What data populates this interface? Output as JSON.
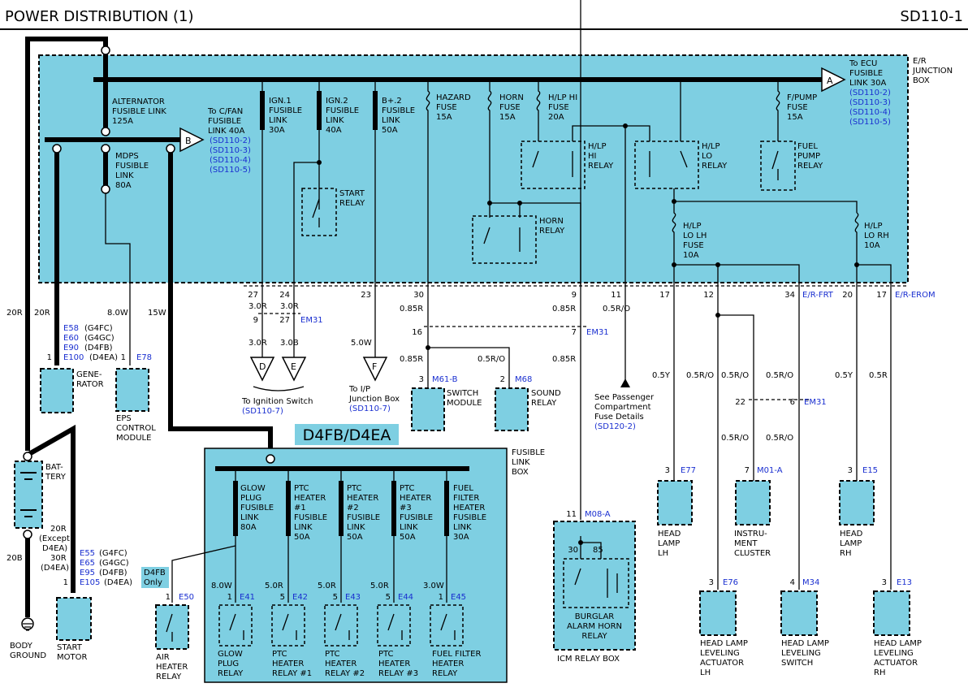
{
  "header": {
    "title": "POWER DISTRIBUTION (1)",
    "page_id": "SD110-1"
  },
  "er_box": {
    "label": [
      "E/R",
      "JUNCTION",
      "BOX"
    ]
  },
  "fusible_box": {
    "label": [
      "FUSIBLE",
      "LINK",
      "BOX"
    ],
    "variant": "D4FB/D4EA"
  },
  "fuses": {
    "alternator": [
      "ALTERNATOR",
      "FUSIBLE LINK",
      "125A"
    ],
    "mdps": [
      "MDPS",
      "FUSIBLE",
      "LINK",
      "80A"
    ],
    "ign1": [
      "IGN.1",
      "FUSIBLE",
      "LINK",
      "30A"
    ],
    "ign2": [
      "IGN.2",
      "FUSIBLE",
      "LINK",
      "40A"
    ],
    "bplus2": [
      "B+.2",
      "FUSIBLE",
      "LINK",
      "50A"
    ],
    "hazard": [
      "HAZARD",
      "FUSE",
      "15A"
    ],
    "horn": [
      "HORN",
      "FUSE",
      "15A"
    ],
    "hlp_hi": [
      "H/LP HI",
      "FUSE",
      "20A"
    ],
    "fpump": [
      "F/PUMP",
      "FUSE",
      "15A"
    ],
    "hlp_lo_lh": [
      "H/LP",
      "LO LH",
      "FUSE",
      "10A"
    ],
    "hlp_lo_rh": [
      "H/LP",
      "LO RH",
      "10A"
    ],
    "glow": [
      "GLOW",
      "PLUG",
      "FUSIBLE",
      "LINK",
      "80A"
    ],
    "ptc1": [
      "PTC",
      "HEATER",
      "#1",
      "FUSIBLE",
      "LINK",
      "50A"
    ],
    "ptc2": [
      "PTC",
      "HEATER",
      "#2",
      "FUSIBLE",
      "LINK",
      "50A"
    ],
    "ptc3": [
      "PTC",
      "HEATER",
      "#3",
      "FUSIBLE",
      "LINK",
      "50A"
    ],
    "fuelf": [
      "FUEL",
      "FILTER",
      "HEATER",
      "FUSIBLE",
      "LINK",
      "30A"
    ]
  },
  "relays": {
    "start": [
      "START",
      "RELAY"
    ],
    "hlp_hi": [
      "H/LP",
      "HI",
      "RELAY"
    ],
    "hlp_lo": [
      "H/LP",
      "LO",
      "RELAY"
    ],
    "fpump": [
      "FUEL",
      "PUMP",
      "RELAY"
    ],
    "horn": [
      "HORN",
      "RELAY"
    ]
  },
  "refs": {
    "cfan": [
      "To C/FAN",
      "FUSIBLE",
      "LINK 40A"
    ],
    "cfan_links": [
      "(SD110-2)",
      "(SD110-3)",
      "(SD110-4)",
      "(SD110-5)"
    ],
    "ecu": [
      "To ECU",
      "FUSIBLE",
      "LINK 30A"
    ],
    "ecu_links": [
      "(SD110-2)",
      "(SD110-3)",
      "(SD110-4)",
      "(SD110-5)"
    ],
    "ign_switch": "To Ignition Switch",
    "ign_switch_link": "(SD110-7)",
    "ip_box": [
      "To I/P",
      "Junction Box"
    ],
    "ip_box_link": "(SD110-7)",
    "pass_fuse": [
      "See Passenger",
      "Compartment",
      "Fuse Details"
    ],
    "pass_fuse_link": "(SD120-2)"
  },
  "connectors": {
    "A": "A",
    "B": "B",
    "D": "D",
    "E": "E",
    "F": "F",
    "em31": "EM31",
    "erfrt": "E/R-FRT",
    "erom": "E/R-EROM",
    "e78": "E78",
    "e77": "E77",
    "e15": "E15",
    "e76": "E76",
    "e13": "E13",
    "m34": "M34",
    "m01a": "M01-A",
    "m61b": "M61-B",
    "m68": "M68",
    "m08a": "M08-A",
    "e50": "E50",
    "e41": "E41",
    "e42": "E42",
    "e43": "E43",
    "e44": "E44",
    "e45": "E45",
    "gen_codes": [
      "E58",
      "E60",
      "E90",
      "E100"
    ],
    "gen_variants": [
      "(G4FC)",
      "(G4GC)",
      "(D4FB)",
      "(D4EA)"
    ],
    "start_codes": [
      "E55",
      "E65",
      "E95",
      "E105"
    ],
    "start_variants": [
      "(G4FC)",
      "(G4GC)",
      "(D4FB)",
      "(D4EA)"
    ]
  },
  "pins": {
    "p27": "27",
    "p24": "24",
    "p23": "23",
    "p30": "30",
    "p9": "9",
    "p11": "11",
    "p17": "17",
    "p12": "12",
    "p34": "34",
    "p20": "20",
    "p17b": "17",
    "p9b": "9",
    "p27b": "27",
    "p16": "16",
    "p7": "7",
    "p22": "22",
    "p6": "6",
    "p1": "1",
    "p3": "3",
    "p2": "2",
    "p4": "4",
    "p7b": "7",
    "p11b": "11",
    "p30b": "30",
    "p85": "85",
    "p5": "5"
  },
  "wires": {
    "w20r": "20R",
    "w20r2": "20R",
    "w80w": "8.0W",
    "w15w": "15W",
    "w30r": "3.0R",
    "w30b": "3.0B",
    "w50w": "5.0W",
    "w085r": "0.85R",
    "w05ro": "0.5R/O",
    "w05y": "0.5Y",
    "w05r": "0.5R",
    "bat_20r": "20R",
    "bat_except": "(Except",
    "bat_d4ea": "D4EA)",
    "bat_30r": "30R",
    "bat_d4ea2": "(D4EA)",
    "w20b": "20B",
    "w80w2": "8.0W",
    "w50r": "5.0R",
    "w30w": "3.0W"
  },
  "components": {
    "generator": [
      "GENE-",
      "RATOR"
    ],
    "eps": [
      "EPS",
      "CONTROL",
      "MODULE"
    ],
    "battery": [
      "BAT-",
      "TERY"
    ],
    "body_ground": [
      "BODY",
      "GROUND"
    ],
    "start_motor": [
      "START",
      "MOTOR"
    ],
    "switch_module": [
      "SWITCH",
      "MODULE"
    ],
    "sound_relay": [
      "SOUND",
      "RELAY"
    ],
    "head_lamp_lh": [
      "HEAD",
      "LAMP",
      "LH"
    ],
    "instrument": [
      "INSTRU-",
      "MENT",
      "CLUSTER"
    ],
    "head_lamp_rh": [
      "HEAD",
      "LAMP",
      "RH"
    ],
    "leveling_lh": [
      "HEAD LAMP",
      "LEVELING",
      "ACTUATOR",
      "LH"
    ],
    "leveling_switch": [
      "HEAD LAMP",
      "LEVELING",
      "SWITCH"
    ],
    "leveling_rh": [
      "HEAD LAMP",
      "LEVELING",
      "ACTUATOR",
      "RH"
    ],
    "icm_box": "ICM RELAY BOX",
    "burglar": [
      "BURGLAR",
      "ALARM HORN",
      "RELAY"
    ],
    "air_heater": [
      "AIR",
      "HEATER",
      "RELAY"
    ],
    "d4fb_only": [
      "D4FB",
      "Only"
    ],
    "glow_relay": [
      "GLOW",
      "PLUG",
      "RELAY"
    ],
    "ptc_relay1": [
      "PTC",
      "HEATER",
      "RELAY #1"
    ],
    "ptc_relay2": [
      "PTC",
      "HEATER",
      "RELAY #2"
    ],
    "ptc_relay3": [
      "PTC",
      "HEATER",
      "RELAY #3"
    ],
    "fuel_relay": [
      "FUEL FILTER",
      "HEATER",
      "RELAY"
    ]
  },
  "colors": {
    "box_fill": "#7ecfe2",
    "link_blue": "#1a2fd0",
    "ink": "#000000"
  }
}
